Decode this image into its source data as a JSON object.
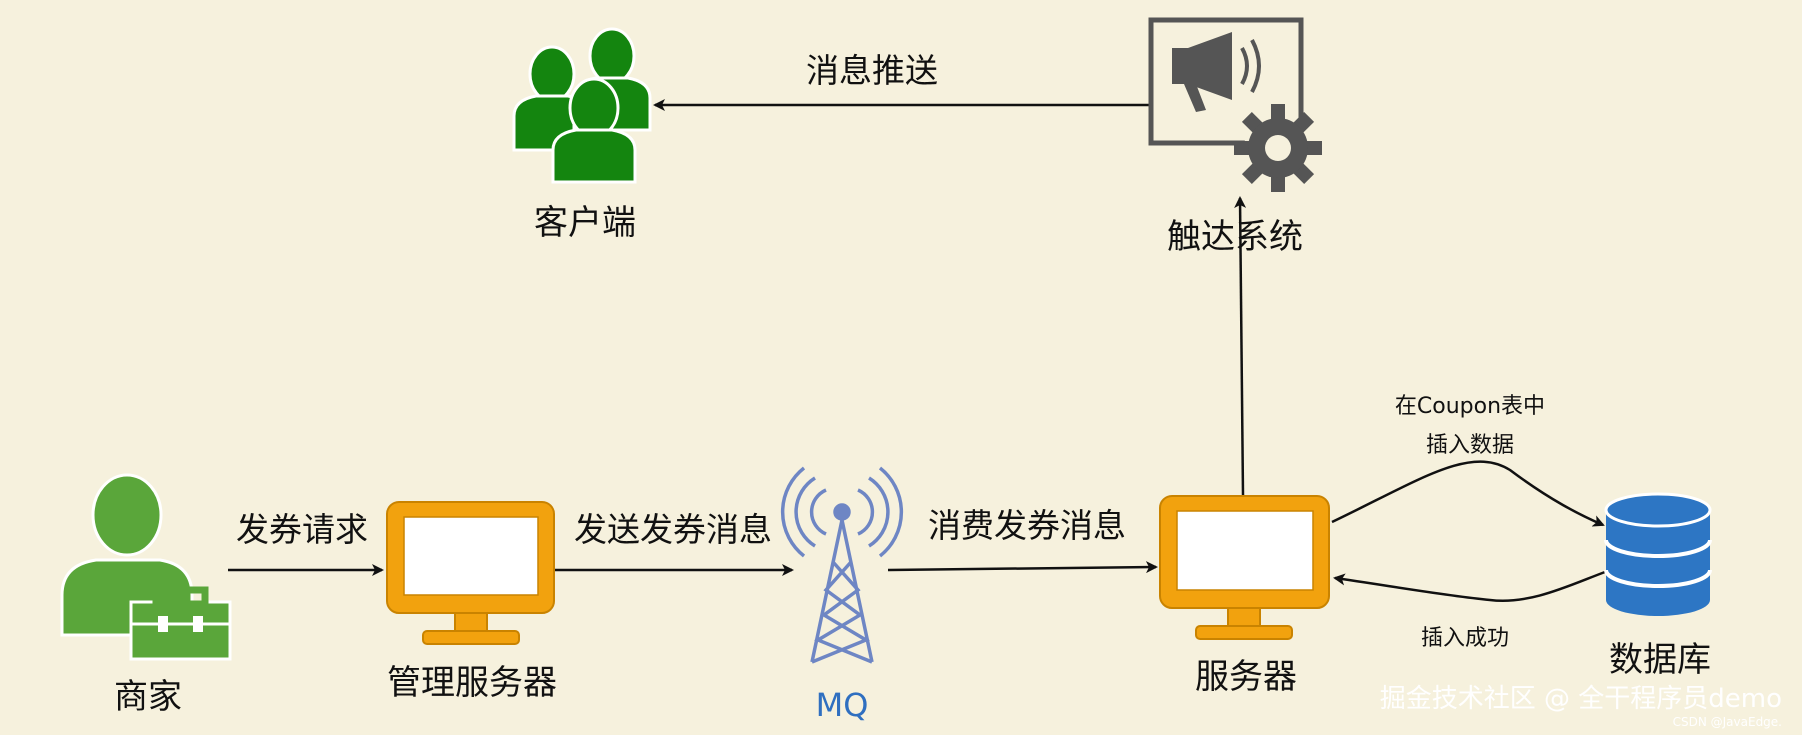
{
  "nodes": {
    "clients": {
      "label": "客户端",
      "color": "#14850f"
    },
    "reach_system": {
      "label": "触达系统",
      "color": "#555555"
    },
    "merchant": {
      "label": "商家",
      "color": "#5aa63a"
    },
    "admin_server": {
      "label": "管理服务器",
      "color": "#f2a20e"
    },
    "mq": {
      "label": "MQ",
      "color": "#6e86c4"
    },
    "server": {
      "label": "服务器",
      "color": "#f2a20e"
    },
    "database": {
      "label": "数据库",
      "color": "#2d76c4"
    }
  },
  "edges": {
    "push": {
      "label": "消息推送"
    },
    "coupon_request": {
      "label": "发券请求"
    },
    "send_coupon_msg": {
      "label": "发送发券消息"
    },
    "consume_coupon_msg": {
      "label": "消费发券消息"
    },
    "insert_data": {
      "label_line1": "在Coupon表中",
      "label_line2": "插入数据"
    },
    "insert_success": {
      "label": "插入成功"
    }
  },
  "watermark": {
    "main": "掘金技术社区 @ 全干程序员demo",
    "sub": "CSDN @JavaEdge."
  }
}
